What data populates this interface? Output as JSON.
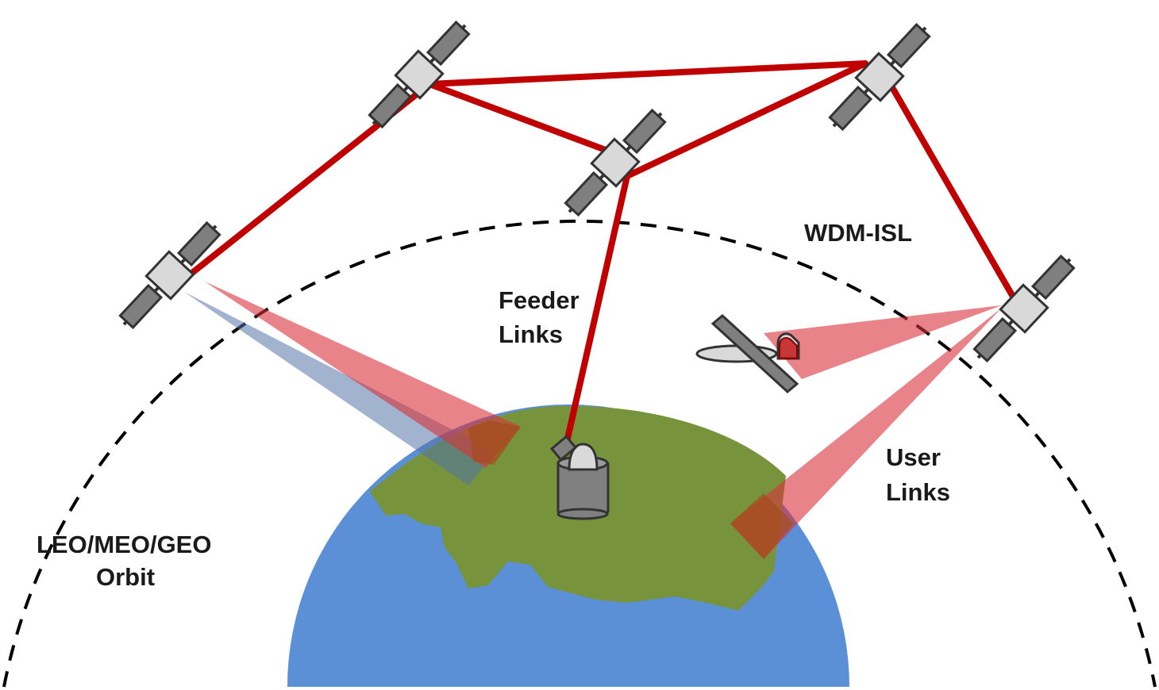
{
  "labels": {
    "orbit_line1": "LEO/MEO/GEO",
    "orbit_line2": "Orbit",
    "feeder_line1": "Feeder",
    "feeder_line2": "Links",
    "isl": "WDM-ISL",
    "user_line1": "User",
    "user_line2": "Links"
  },
  "colors": {
    "link": "#c00000",
    "earth_ocean": "#5b8fd6",
    "earth_land": "#77933c",
    "beam_red": "#e06666",
    "beam_blue": "#7b96bd",
    "footprint": "#a64d1f",
    "satellite_body": "#d9d9d9",
    "solar_panel": "#7f7f7f",
    "orbit_line": "#000000"
  },
  "icons": {
    "satellite": "satellite-icon",
    "ground_station": "ground-station-icon",
    "aircraft": "aircraft-icon"
  }
}
